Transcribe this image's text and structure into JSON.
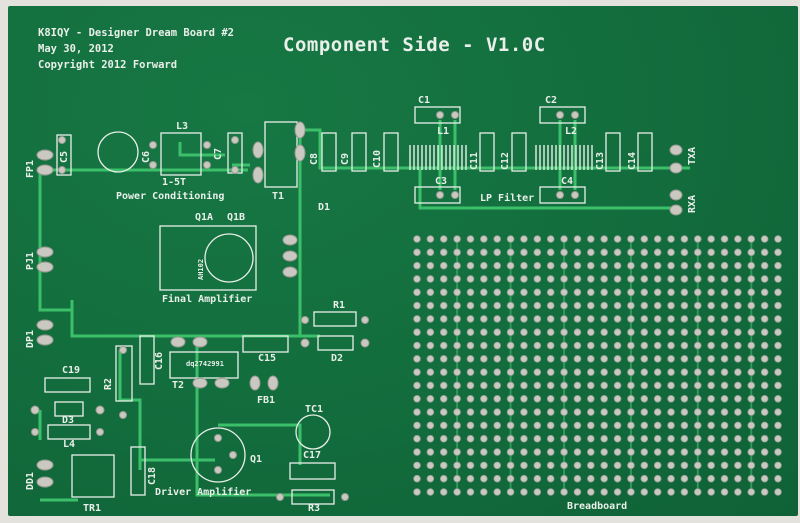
{
  "header": {
    "line1": "K8IQY - Designer Dream Board #2",
    "line2": "May 30, 2012",
    "line3": "Copyright 2012 Forward",
    "title": "Component Side - V1.0C"
  },
  "labels": {
    "fp1": "FP1",
    "c5": "C5",
    "c6": "C6",
    "l3": "L3",
    "l3_turns": "1-5T",
    "power_conditioning": "Power Conditioning",
    "c7": "C7",
    "t1": "T1",
    "c8": "C8",
    "c9": "C9",
    "c10": "C10",
    "d1": "D1",
    "c1": "C1",
    "l1": "L1",
    "c11": "C11",
    "c12": "C12",
    "c3": "C3",
    "lp_filter": "LP Filter",
    "c2": "C2",
    "l2": "L2",
    "c13": "C13",
    "c14": "C14",
    "c4": "C4",
    "txa": "TXA",
    "rxa": "RXA",
    "pj1": "PJ1",
    "q1a": "Q1A",
    "q1b": "Q1B",
    "final_amplifier": "Final Amplifier",
    "q1_part": "AH102",
    "dp1": "DP1",
    "r1": "R1",
    "c15": "C15",
    "d2": "D2",
    "c16": "C16",
    "t2_part": "dq2742991",
    "t2": "T2",
    "r2": "R2",
    "c19": "C19",
    "d3": "D3",
    "l4": "L4",
    "fb1": "FB1",
    "tc1": "TC1",
    "q1": "Q1",
    "c17": "C17",
    "c18": "C18",
    "driver_amplifier": "Driver Amplifier",
    "r3": "R3",
    "tr1": "TR1",
    "dd1": "DD1",
    "breadboard": "Breadboard"
  },
  "colors": {
    "board": "#126b3c",
    "silkscreen": "#e9efe9",
    "trace": "#3cbf6a",
    "pad": "#c9c9c2"
  },
  "breadboard": {
    "columns": 28,
    "rows": 20
  }
}
